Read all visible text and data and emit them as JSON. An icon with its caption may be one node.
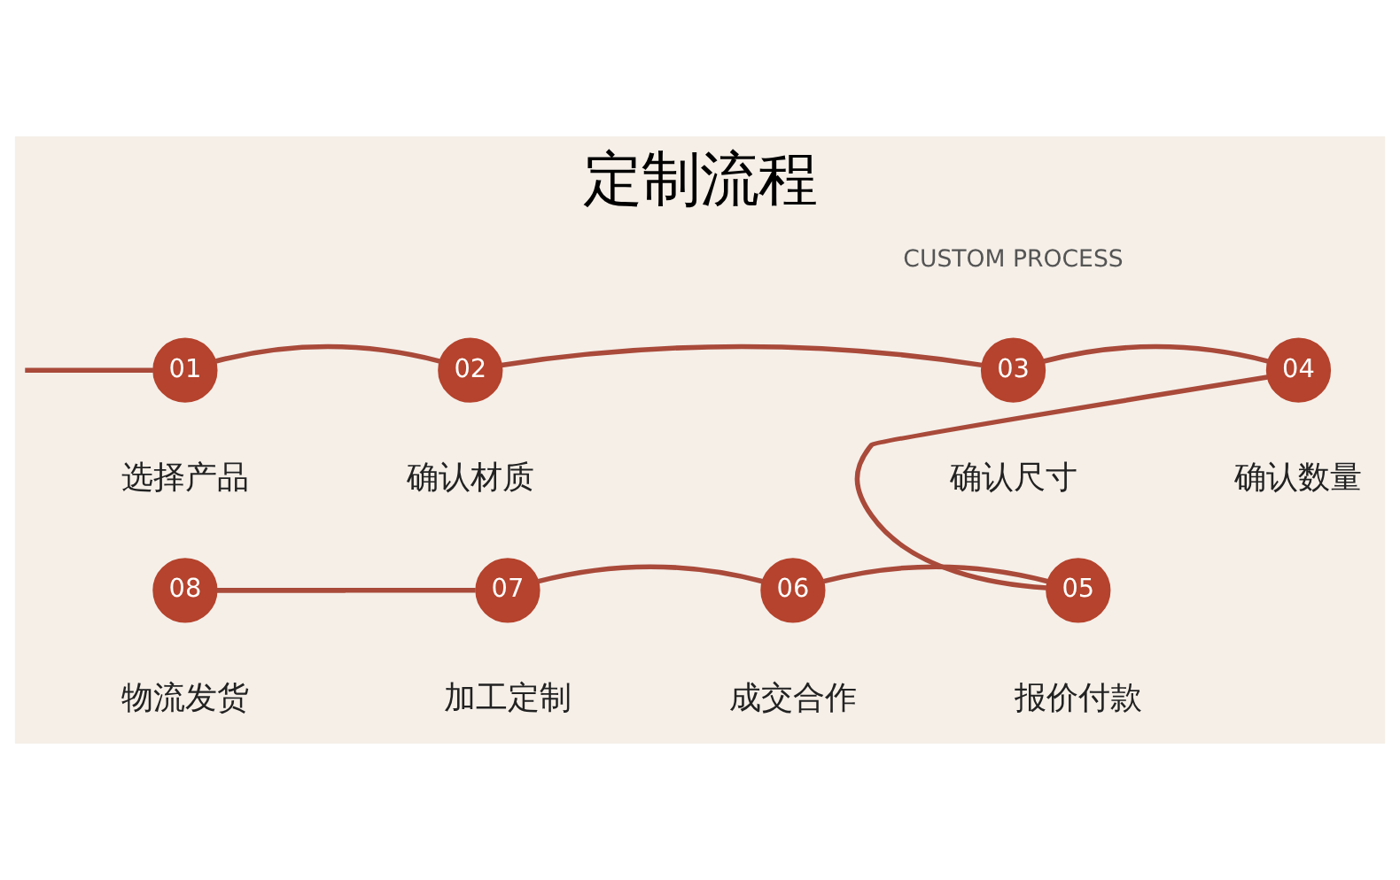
{
  "diagram": {
    "title": "定制流程",
    "nodes": [
      {
        "text": [
          "01"
        ],
        "beside": [
          "选择产品"
        ]
      },
      {
        "text": [
          "02"
        ],
        "beside": [
          "确认材质"
        ]
      },
      {
        "text": [
          "03"
        ],
        "beside": [
          "确认尺寸"
        ]
      },
      {
        "text": [
          "04"
        ],
        "beside": [
          "确认数量"
        ]
      },
      {
        "text": [
          "08"
        ],
        "beside": [
          "物流发货"
        ]
      },
      {
        "text": [
          "07"
        ],
        "beside": [
          "加工定制"
        ]
      },
      {
        "text": [
          "06"
        ],
        "beside": [
          "成交合作"
        ]
      },
      {
        "text": [
          "05"
        ],
        "beside": [
          "报价付款"
        ]
      }
    ],
    "edges": [
      {
        "from": null,
        "to": 0,
        "arrow": "none"
      },
      {
        "from": 0,
        "to": 1,
        "arrow": "none"
      },
      {
        "from": 1,
        "to": 2,
        "arrow": "none"
      },
      {
        "from": 2,
        "to": 3,
        "arrow": "none"
      },
      {
        "from": 3,
        "to": 7,
        "arrow": "none"
      },
      {
        "from": 7,
        "to": 6,
        "arrow": "none"
      },
      {
        "from": 6,
        "to": 5,
        "arrow": "none"
      },
      {
        "from": 5,
        "to": 4,
        "arrow": "none"
      },
      {
        "from": 4,
        "to": null,
        "arrow": "none"
      }
    ],
    "labels": [
      "CUSTOM PROCESS"
    ]
  }
}
